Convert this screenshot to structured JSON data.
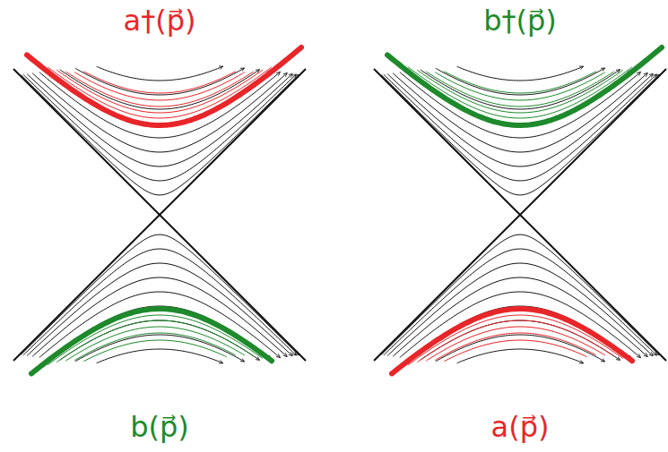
{
  "diagram": {
    "labels": [
      "a†(p⃗)",
      "b†(p⃗)",
      "b(p⃗)",
      "a(p⃗)"
    ]
  }
}
